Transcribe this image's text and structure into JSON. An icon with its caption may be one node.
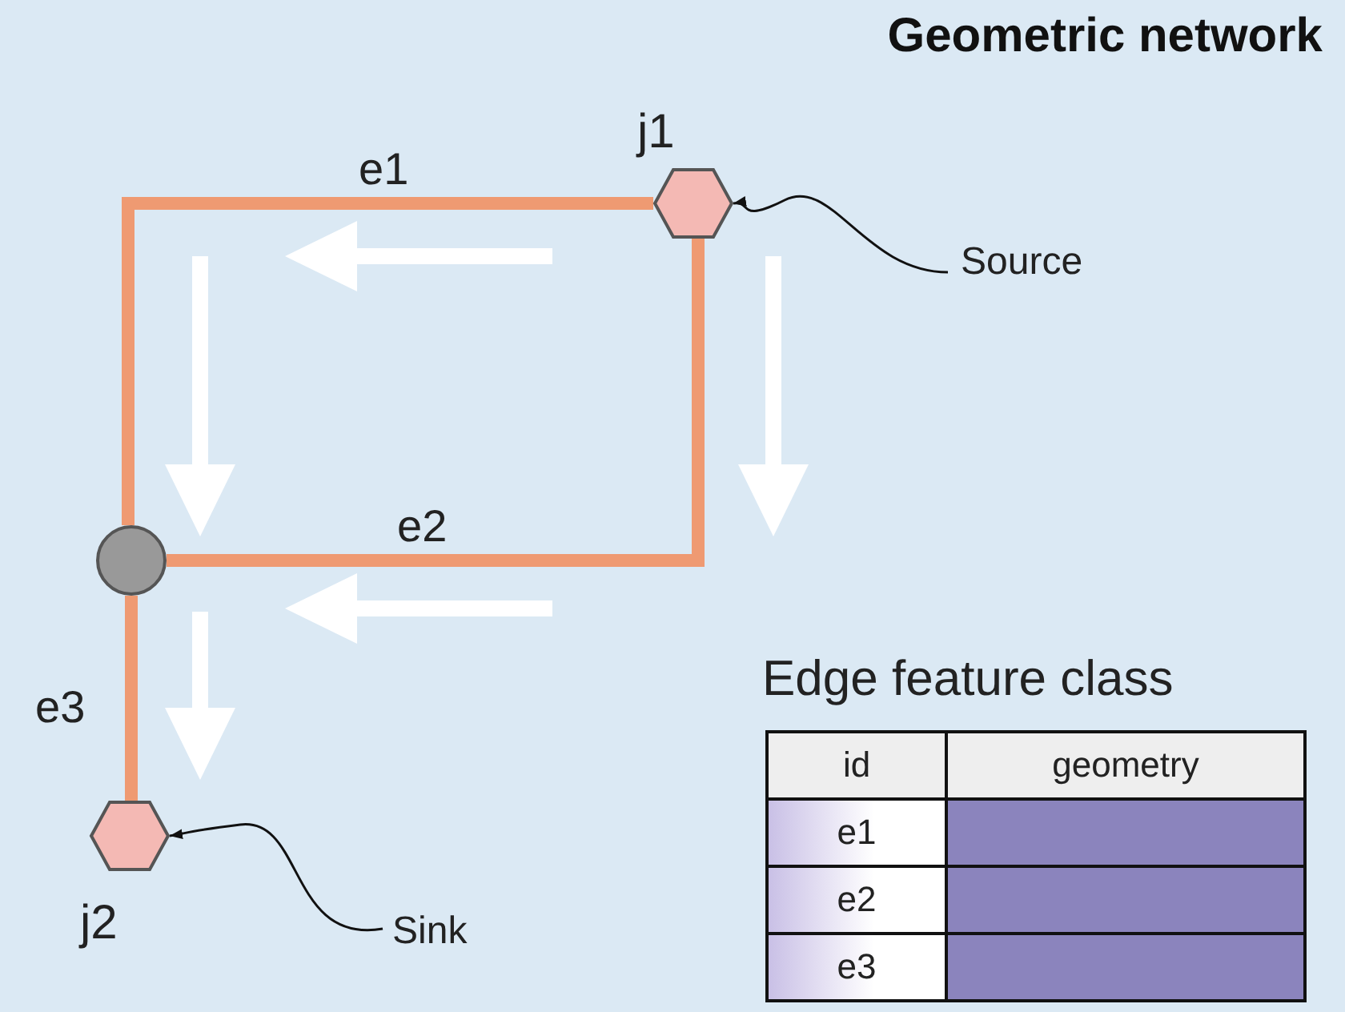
{
  "diagram": {
    "title": "Geometric network",
    "nodes": [
      {
        "text": [],
        "shape": "hexagon",
        "beside": [
          "j1"
        ]
      },
      {
        "text": [],
        "shape": "circle"
      },
      {
        "text": [],
        "shape": "hexagon",
        "beside": [
          "j2"
        ]
      },
      {
        "text": [
          "Source"
        ]
      },
      {
        "text": [
          "Sink"
        ]
      }
    ],
    "edges": [
      {
        "from": 0,
        "to": 1,
        "arrow": "none",
        "label": "e1"
      },
      {
        "from": 0,
        "to": 1,
        "arrow": "none",
        "label": "e2"
      },
      {
        "from": 1,
        "to": 2,
        "arrow": "none",
        "label": "e3"
      },
      {
        "from": 3,
        "to": 0,
        "arrow": "to",
        "color": "#111111"
      },
      {
        "from": 4,
        "to": 2,
        "arrow": "to",
        "color": "#111111"
      }
    ],
    "labels": [
      "Edge feature class",
      "id",
      "geometry",
      "e1",
      "e2",
      "e3"
    ]
  }
}
